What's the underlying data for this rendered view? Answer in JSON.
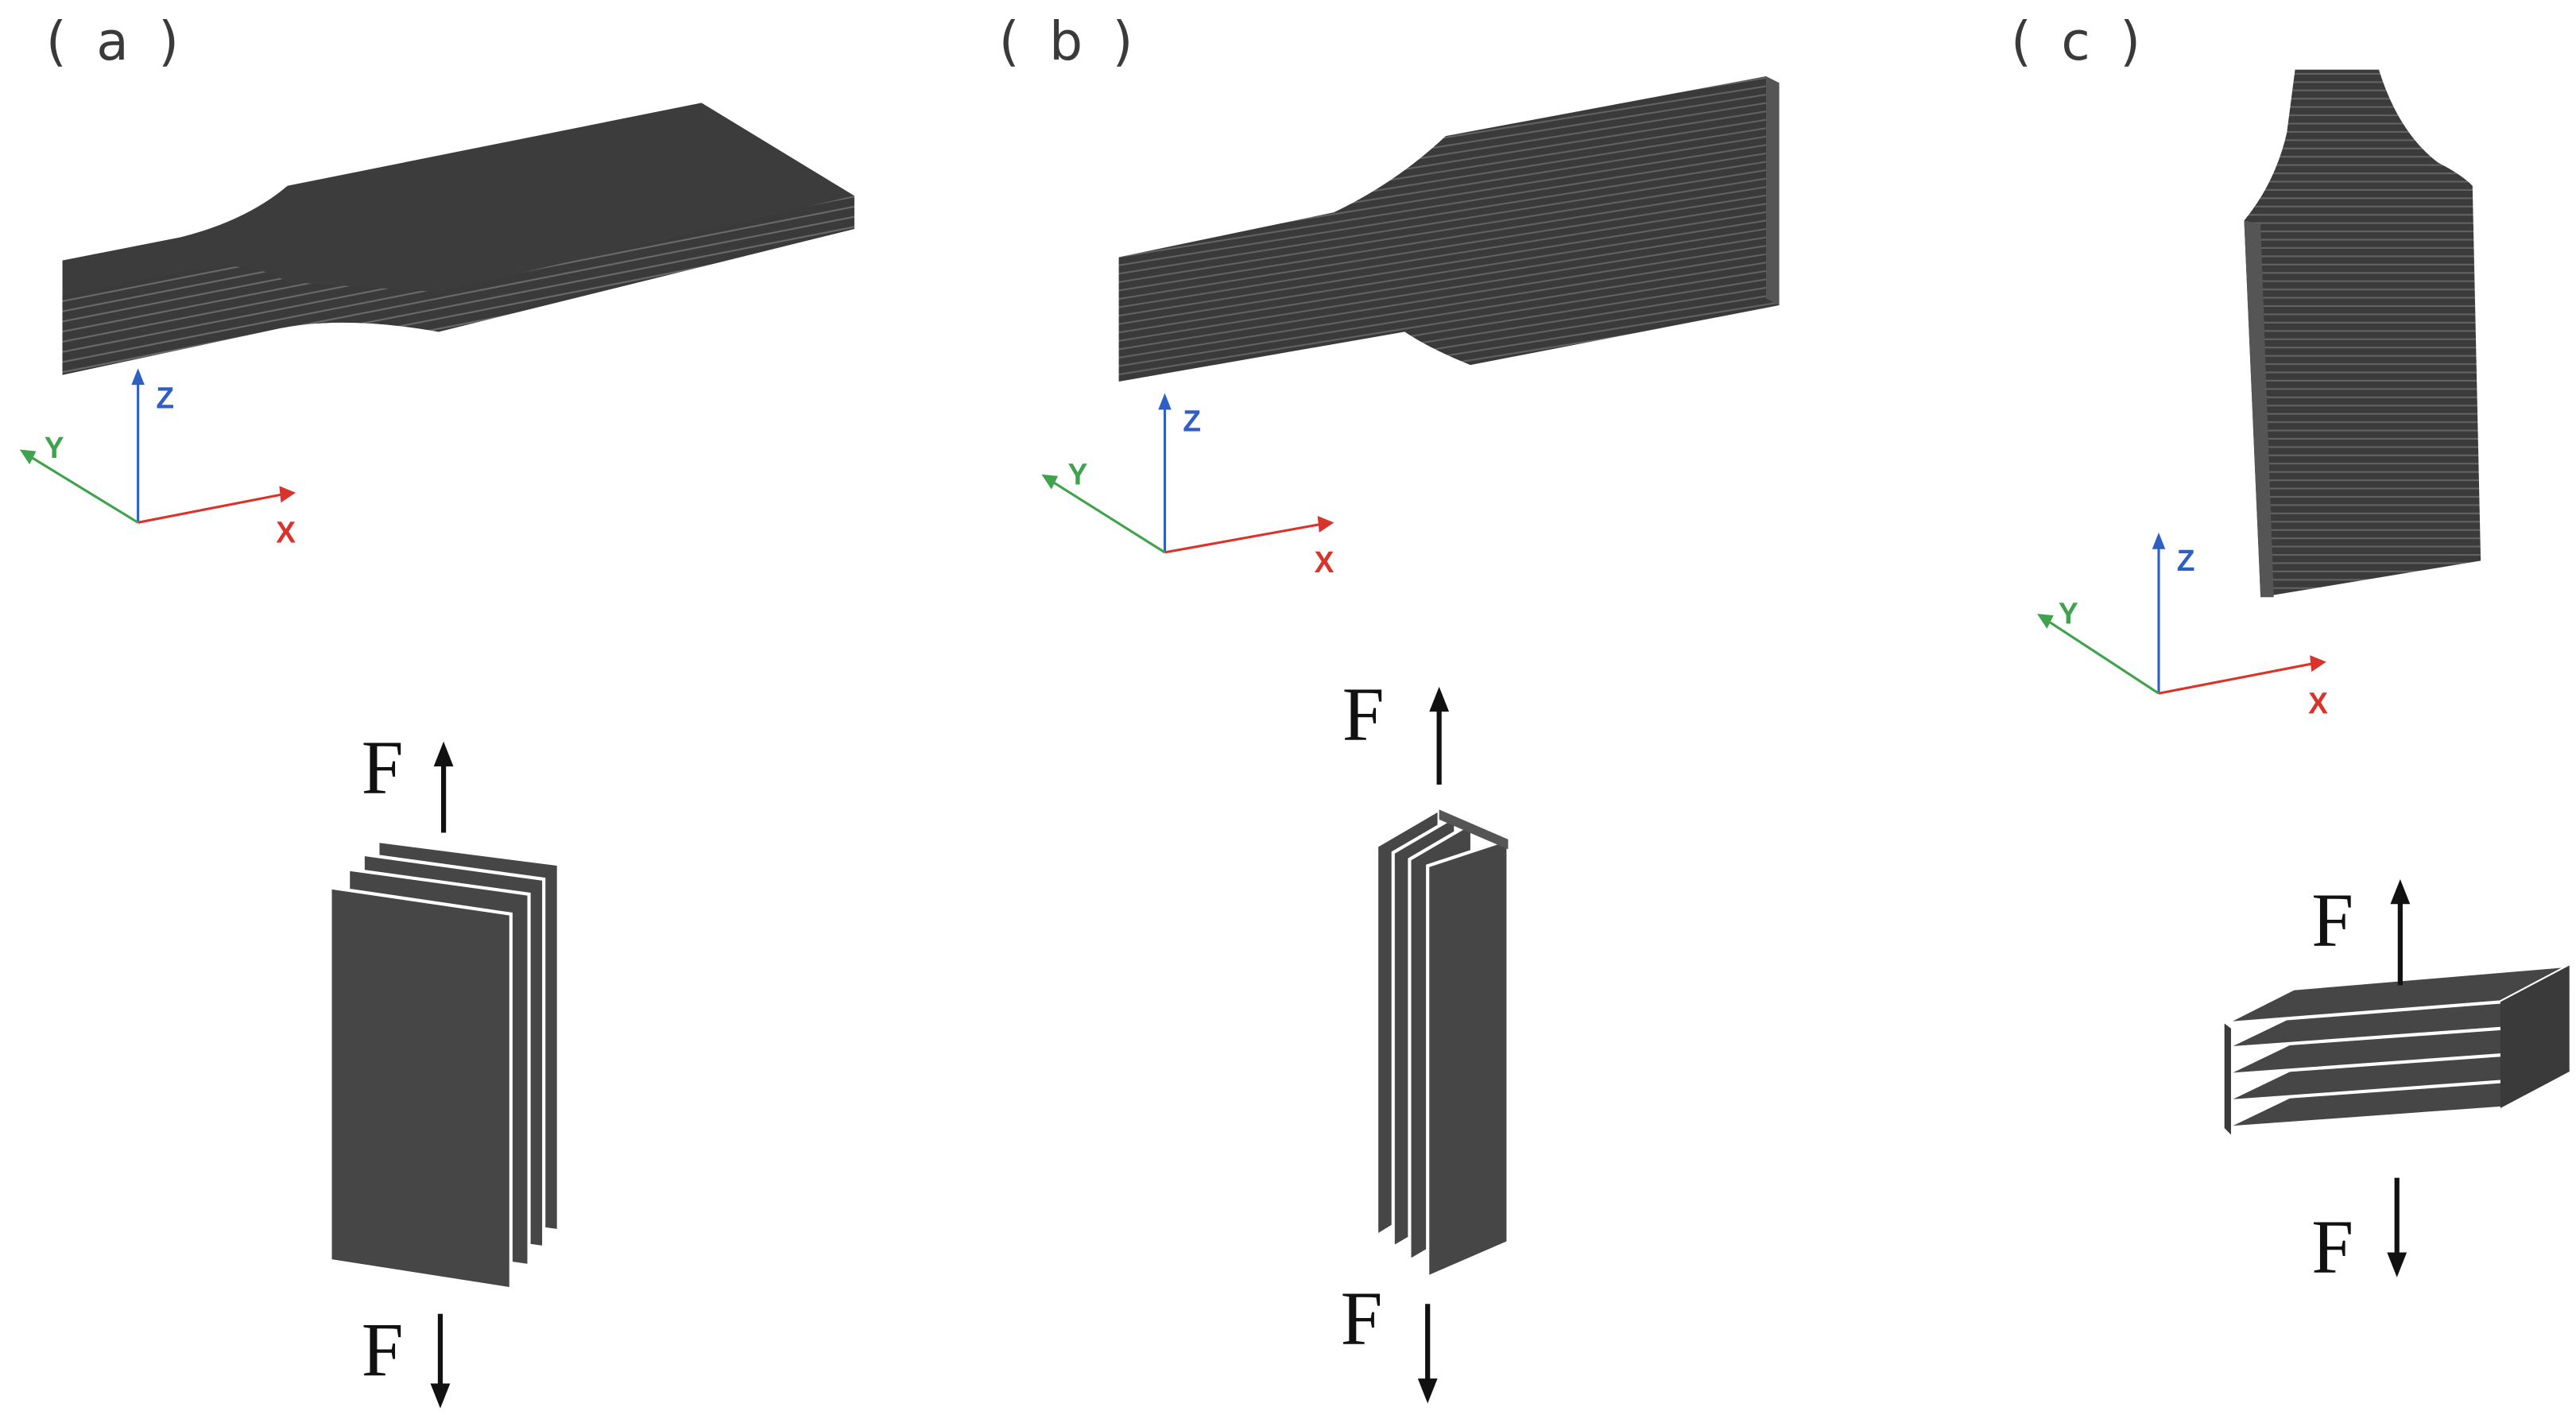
{
  "panels": [
    {
      "id": "a",
      "label": "( a )",
      "force_top": "F",
      "force_bottom": "F",
      "axes": {
        "x": "X",
        "y": "Y",
        "z": "Z"
      }
    },
    {
      "id": "b",
      "label": "( b )",
      "force_top": "F",
      "force_bottom": "F",
      "axes": {
        "x": "X",
        "y": "Y",
        "z": "Z"
      }
    },
    {
      "id": "c",
      "label": "( c )",
      "force_top": "F",
      "force_bottom": "F",
      "axes": {
        "x": "X",
        "y": "Y",
        "z": "Z"
      }
    }
  ],
  "colors": {
    "x_axis": "#d9342b",
    "y_axis": "#3fa34d",
    "z_axis": "#2d5fc4",
    "solid": "#3c3c3c"
  }
}
